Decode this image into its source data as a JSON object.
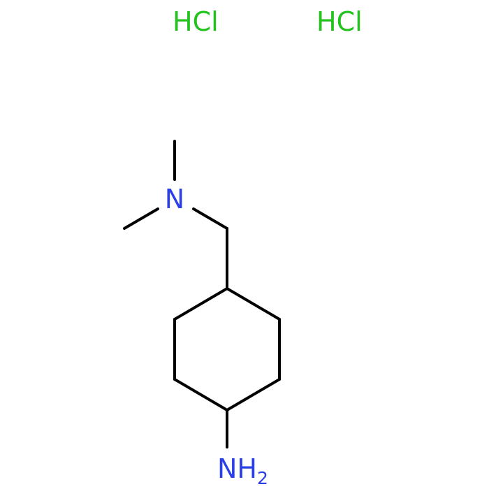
{
  "colors": {
    "nitrogen": "#2b3fe6",
    "chlorine_salt": "#22c31e",
    "bond": "#000000"
  },
  "salts": [
    {
      "text": "HCl"
    },
    {
      "text": "HCl"
    }
  ],
  "atoms": {
    "dimethylamino_n": "N",
    "amine_n": "NH",
    "amine_subscript": "2"
  }
}
